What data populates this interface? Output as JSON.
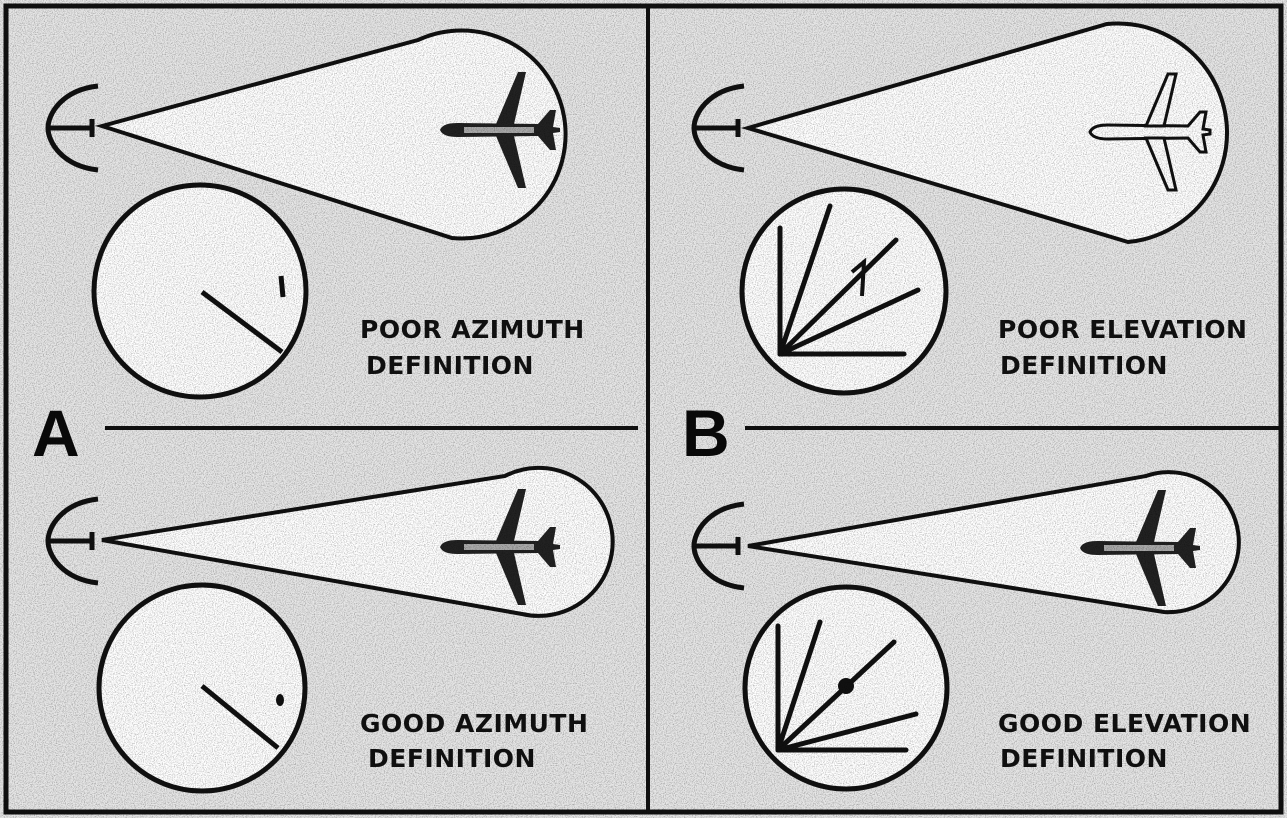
{
  "panel_letters": {
    "left": "A",
    "right": "B"
  },
  "captions": {
    "top_left": {
      "line1": "POOR AZIMUTH",
      "line2": "DEFINITION"
    },
    "bottom_left": {
      "line1": "GOOD AZIMUTH",
      "line2": "DEFINITION"
    },
    "top_right": {
      "line1": "POOR ELEVATION",
      "line2": "DEFINITION"
    },
    "bottom_right": {
      "line1": "GOOD ELEVATION",
      "line2": "DEFINITION"
    }
  },
  "colors": {
    "ink": "#111111",
    "paper": "#e8e8e8",
    "beam_fill": "#ffffff"
  },
  "icons": [
    "radar-antenna-icon",
    "airplane-icon",
    "radar-scope-icon"
  ]
}
